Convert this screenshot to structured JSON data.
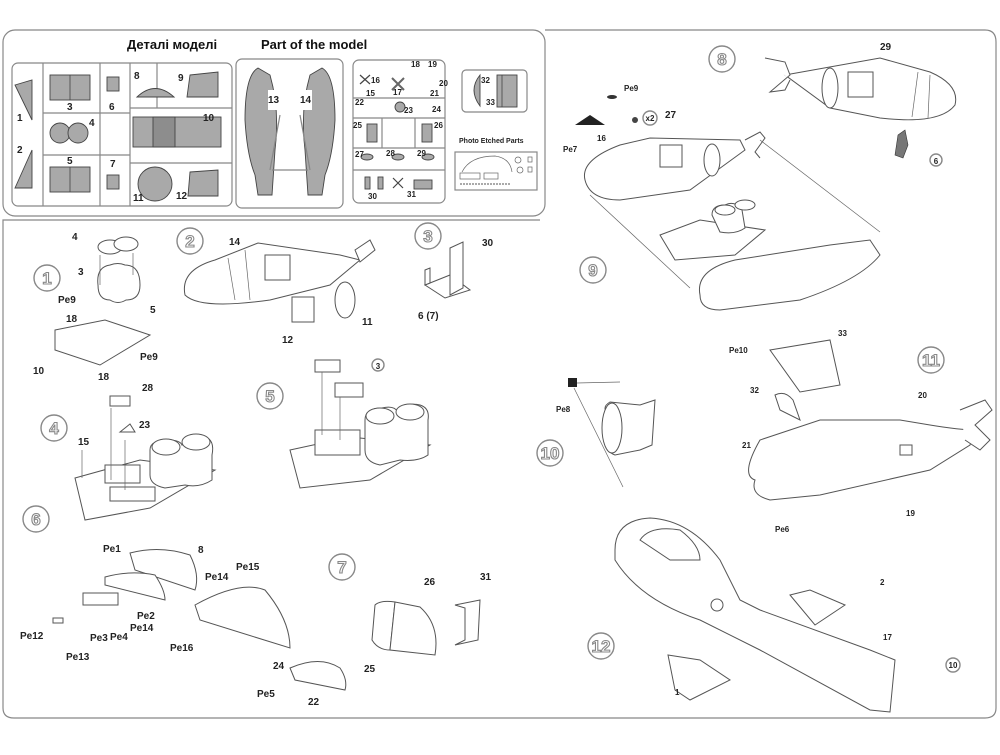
{
  "header": {
    "title_ua": "Деталі моделі",
    "title_en": "Part of the model"
  },
  "parts_sheet": {
    "sprue_a_labels": [
      "1",
      "2",
      "3",
      "4",
      "5",
      "6",
      "7",
      "8",
      "9",
      "10",
      "11",
      "12"
    ],
    "sprue_b_labels": [
      "13",
      "14"
    ],
    "sprue_c_labels": [
      "15",
      "16",
      "17",
      "18",
      "19",
      "20",
      "21",
      "22",
      "23",
      "24",
      "25",
      "26",
      "27",
      "28",
      "29",
      "30",
      "31"
    ],
    "sprue_d_labels": [
      "32",
      "33"
    ],
    "photo_etched_title": "Photo Etched Parts"
  },
  "steps": [
    {
      "number": "1",
      "callouts": [
        "4",
        "3",
        "Pe9",
        "18",
        "5",
        "10",
        "Pe9",
        "18"
      ]
    },
    {
      "number": "2",
      "callouts": [
        "14",
        "12",
        "11"
      ]
    },
    {
      "number": "3",
      "callouts": [
        "30",
        "6 (7)"
      ]
    },
    {
      "number": "4",
      "callouts": [
        "28",
        "23",
        "15"
      ]
    },
    {
      "number": "5",
      "callouts": [
        "3"
      ]
    },
    {
      "number": "6",
      "callouts": [
        "Pe1",
        "8",
        "Pe14",
        "Pe15",
        "Pe2",
        "Pe14",
        "Pe12",
        "Pe3",
        "Pe4",
        "Pe13",
        "Pe16",
        "24",
        "Pe5",
        "22"
      ]
    },
    {
      "number": "7",
      "callouts": [
        "26",
        "31",
        "25"
      ]
    },
    {
      "number": "8",
      "callouts": [
        "29",
        "6"
      ]
    },
    {
      "number": "9",
      "callouts": [
        "Pe9",
        "Pe7",
        "16",
        "x2",
        "27"
      ]
    },
    {
      "number": "10",
      "callouts": [
        "Pe8"
      ]
    },
    {
      "number": "11",
      "callouts": [
        "Pe10",
        "33",
        "32",
        "20",
        "21",
        "19",
        "Pe6"
      ]
    },
    {
      "number": "12",
      "callouts": [
        "2",
        "17",
        "1",
        "10"
      ]
    }
  ]
}
